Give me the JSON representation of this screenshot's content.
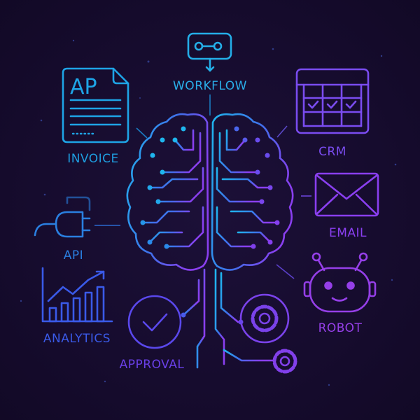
{
  "labels": {
    "workflow": "WORKFLOW",
    "invoice": "INVOICE",
    "invoice_doc_text": "AP",
    "crm": "CRM",
    "email": "EMAIL",
    "api": "API",
    "robot": "ROBOT",
    "analytics": "ANALYTICS",
    "approval": "APPROVAL"
  },
  "colors": {
    "background": "#160c2e",
    "cyan": "#1fb6ee",
    "blue": "#2a7fe0",
    "indigo": "#4a52e8",
    "purple": "#8a3ff0"
  }
}
